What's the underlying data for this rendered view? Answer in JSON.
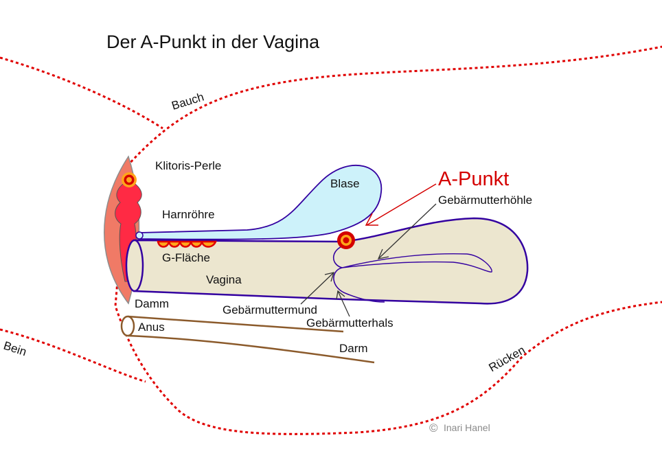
{
  "title": "Der A-Punkt  in der Vagina",
  "labels": {
    "bauch": "Bauch",
    "bein": "Bein",
    "ruecken": "Rücken",
    "klitoris_perle": "Klitoris-Perle",
    "harnroehre": "Harnröhre",
    "g_flaeche": "G-Fläche",
    "vagina": "Vagina",
    "blase": "Blase",
    "a_punkt": "A-Punkt",
    "gebaermutterhoehle": "Gebärmutterhöhle",
    "gebaermuttermund": "Gebärmuttermund",
    "gebaermutterhals": "Gebärmutterhals",
    "damm": "Damm",
    "anus": "Anus",
    "darm": "Darm"
  },
  "copyright": {
    "symbol": "©",
    "author": "Inari  Hanel"
  },
  "colors": {
    "body_outline": "#e00000",
    "organ_outline": "#3300a0",
    "vagina_fill": "#ece6cf",
    "bladder_fill": "#cdf2fa",
    "vulva_outer": "#f07a66",
    "vulva_inner": "#ff2a44",
    "point_ring": "#d40000",
    "point_core": "#ffa51a",
    "bowel": "#8b5a2b",
    "a_punkt_text": "#d40000"
  }
}
